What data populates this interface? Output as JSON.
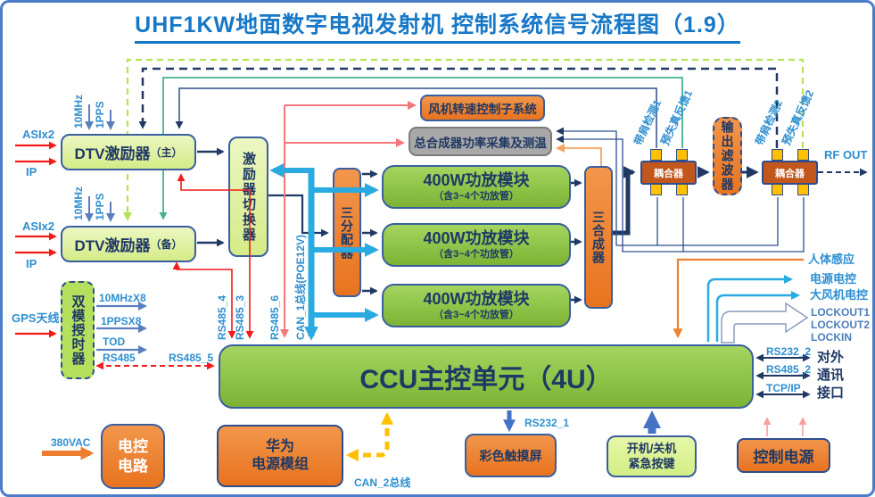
{
  "title": "UHF1KW地面数字电视发射机 控制系统信号流程图（1.9）",
  "colors": {
    "title_blue": "#1778c8",
    "navy": "#1f3864",
    "box_green": "#8dc63f",
    "box_light_green": "#d9ee96",
    "box_orange": "#ed7d31",
    "coupler_orange": "#c2571d",
    "gray_box": "#a8a8a8",
    "cyan_bus": "#29abe2",
    "red_line": "#f21b1b",
    "salmon_line": "#f4777c",
    "yellow_bus": "#ffc000",
    "label_blue": "#2e8fd0",
    "teal_line": "#44b38b",
    "lightgreen_line": "#b5e356",
    "steel_blue": "#4472c4"
  },
  "left": {
    "asi_main": "ASIx2",
    "ip_main": "IP",
    "asi_backup": "ASIx2",
    "ip_backup": "IP",
    "mhz10_main": "10MHz",
    "pps_main": "1PPS",
    "mhz10_backup": "10MHz",
    "pps_backup": "1PPS",
    "gps": "GPS天线"
  },
  "boxes": {
    "dtv_main": {
      "title": "DTV激励器",
      "suffix": "（主）"
    },
    "dtv_backup": {
      "title": "DTV激励器",
      "suffix": "（备）"
    },
    "switcher": "激励器切换器",
    "splitter": "三分配器",
    "combiner": "三合成器",
    "fan": "风机转速控制子系统",
    "power_sense": "总合成器功率采集及测温",
    "coupler1": "耦合器",
    "coupler2": "耦合器",
    "filter": "输出滤波器",
    "ccu": "CCU主控单元（4U）",
    "timing": "双模授时器",
    "huawei": {
      "line1": "华为",
      "line2": "电源模组"
    },
    "acbox": {
      "line1": "电控",
      "line2": "电路"
    },
    "touch": "彩色触摸屏",
    "powerkey": {
      "line1": "开机/关机",
      "line2": "紧急按键"
    },
    "ctrlpower": "控制电源"
  },
  "pa": [
    {
      "t": "400W功放模块",
      "s": "（含3~4个功放管）"
    },
    {
      "t": "400W功放模块",
      "s": "（含3~4个功放管）"
    },
    {
      "t": "400W功放模块",
      "s": "（含3~4个功放管）"
    }
  ],
  "bus": {
    "rs485_4": "RS485_4",
    "rs485_3": "RS485_3",
    "rs485_6": "RS485_6",
    "can1": "CAN_1总线(POE12V)",
    "rs485_5": "RS485_5",
    "can2": "CAN_2总线",
    "rs232_1": "RS232_1"
  },
  "timing_out": {
    "a": "10MHzX8",
    "b": "1PPSX8",
    "c": "TOD",
    "d": "RS485"
  },
  "feedback": {
    "shoulder1": "带肩检测1",
    "predist1": "预失真反馈1",
    "shoulder2": "带肩检测2",
    "predist2": "预失真反馈2",
    "rfout": "RF OUT"
  },
  "right": {
    "human": "人体感应",
    "power_ctl": "电源电控",
    "fan_ctl": "大风机电控",
    "lockout1": "LOCKOUT1",
    "lockout2": "LOCKOUT2",
    "lockin": "LOCKIN",
    "rs232_2": "RS232_2",
    "rs485_2": "RS485_2",
    "tcpip": "TCP/IP",
    "ext1": "对外",
    "ext2": "通讯",
    "ext3": "接口"
  },
  "bottom": {
    "vac": "380VAC"
  }
}
